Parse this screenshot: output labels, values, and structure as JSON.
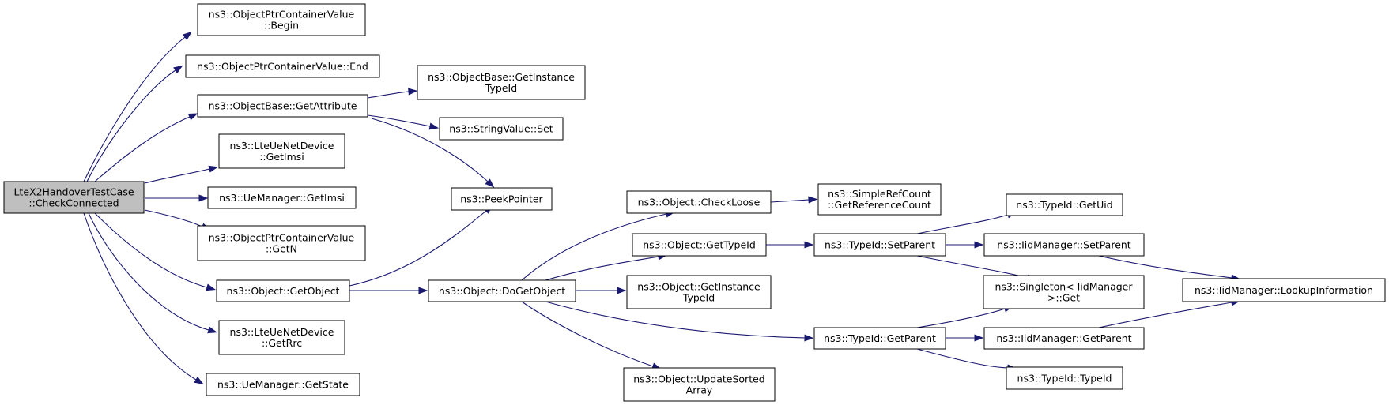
{
  "colors": {
    "edge": "#191970",
    "root_fill": "#bfbfbf",
    "node_fill": "#ffffff",
    "border": "#000000"
  },
  "nodes": {
    "root": [
      "LteX2HandoverTestCase",
      "::CheckConnected"
    ],
    "begin": [
      "ns3::ObjectPtrContainerValue",
      "::Begin"
    ],
    "end": [
      "ns3::ObjectPtrContainerValue::End"
    ],
    "getattr": [
      "ns3::ObjectBase::GetAttribute"
    ],
    "uenet_imsi": [
      "ns3::LteUeNetDevice",
      "::GetImsi"
    ],
    "uemgr_imsi": [
      "ns3::UeManager::GetImsi"
    ],
    "getn": [
      "ns3::ObjectPtrContainerValue",
      "::GetN"
    ],
    "getobject": [
      "ns3::Object::GetObject"
    ],
    "getrrc": [
      "ns3::LteUeNetDevice",
      "::GetRrc"
    ],
    "getstate": [
      "ns3::UeManager::GetState"
    ],
    "ob_getinst": [
      "ns3::ObjectBase::GetInstance",
      "TypeId"
    ],
    "strset": [
      "ns3::StringValue::Set"
    ],
    "peek": [
      "ns3::PeekPointer"
    ],
    "dogetobject": [
      "ns3::Object::DoGetObject"
    ],
    "checkloose": [
      "ns3::Object::CheckLoose"
    ],
    "o_gettypeid": [
      "ns3::Object::GetTypeId"
    ],
    "o_getinst": [
      "ns3::Object::GetInstance",
      "TypeId"
    ],
    "updsorted": [
      "ns3::Object::UpdateSorted",
      "Array"
    ],
    "refcount": [
      "ns3::SimpleRefCount",
      "::GetReferenceCount"
    ],
    "t_setparent": [
      "ns3::TypeId::SetParent"
    ],
    "t_getparent": [
      "ns3::TypeId::GetParent"
    ],
    "t_getuid": [
      "ns3::TypeId::GetUid"
    ],
    "iid_setparent": [
      "ns3::IidManager::SetParent"
    ],
    "singleton": [
      "ns3::Singleton< IidManager",
      ">::Get"
    ],
    "iid_getparent": [
      "ns3::IidManager::GetParent"
    ],
    "t_typeid": [
      "ns3::TypeId::TypeId"
    ],
    "lookup": [
      "ns3::IidManager::LookupInformation"
    ]
  }
}
